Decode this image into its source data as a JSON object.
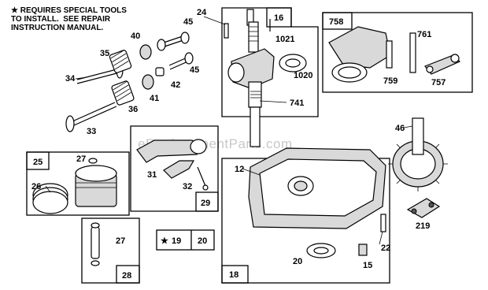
{
  "note": {
    "line1": "REQUIRES SPECIAL TOOLS",
    "line2": "TO INSTALL.  SEE REPAIR",
    "line3": "INSTRUCTION MANUAL."
  },
  "watermark": "eReplacementParts.com",
  "parts": {
    "p24": "24",
    "p16": "16",
    "p758": "758",
    "p761": "761",
    "p45a": "45",
    "p40": "40",
    "p35": "35",
    "p1021": "1021",
    "p34": "34",
    "p42": "42",
    "p45b": "45",
    "p1020": "1020",
    "p759": "759",
    "p757": "757",
    "p41": "41",
    "p36": "36",
    "p741": "741",
    "p46": "46",
    "p33": "33",
    "p25": "25",
    "p27a": "27",
    "p31": "31",
    "p12": "12",
    "p26": "26",
    "p32": "32",
    "p29": "29",
    "p27b": "27",
    "p19": "19",
    "p20a": "20",
    "p219": "219",
    "p22": "22",
    "p20b": "20",
    "p15": "15",
    "p28": "28",
    "p18": "18"
  },
  "star": "★"
}
